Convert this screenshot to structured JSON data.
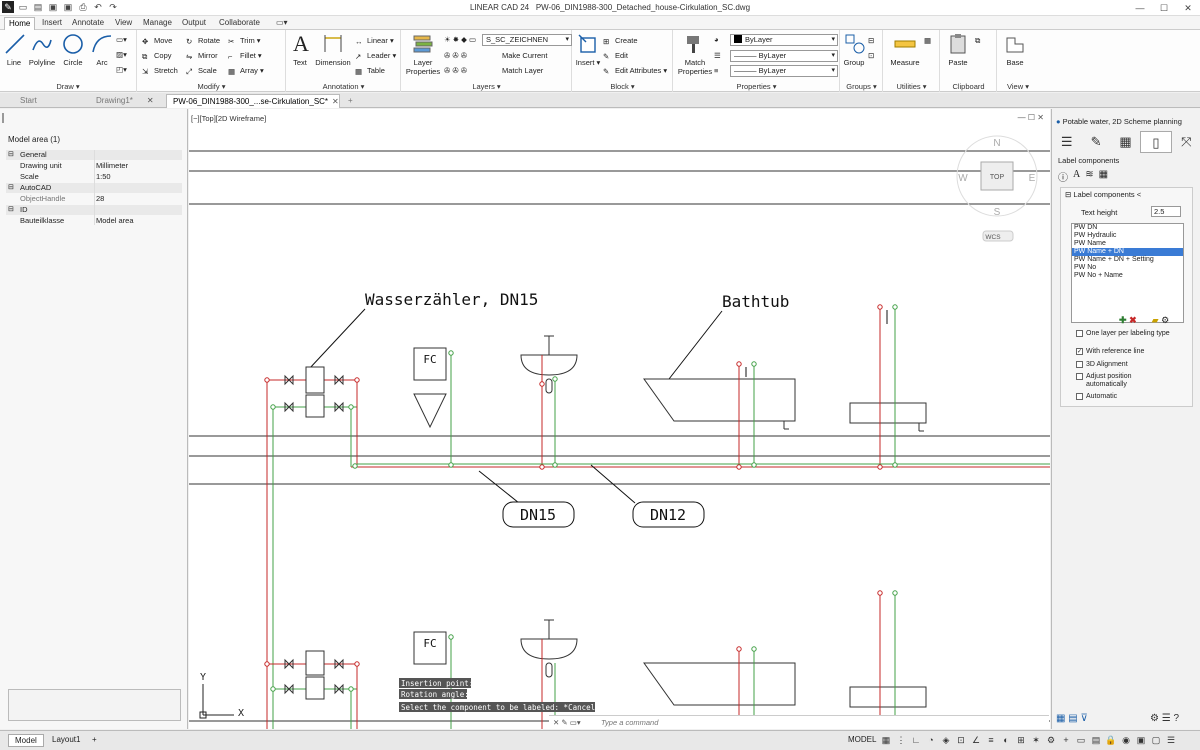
{
  "app_title": "LINEAR CAD 24",
  "file_title": "PW-06_DIN1988-300_Detached_house-Cirkulation_SC.dwg",
  "ribbon_tabs": [
    "Home",
    "Insert",
    "Annotate",
    "View",
    "Manage",
    "Output",
    "Collaborate"
  ],
  "draw": {
    "line": "Line",
    "polyline": "Polyline",
    "circle": "Circle",
    "arc": "Arc",
    "label": "Draw"
  },
  "modify": {
    "move": "Move",
    "copy": "Copy",
    "stretch": "Stretch",
    "rotate": "Rotate",
    "mirror": "Mirror",
    "scale": "Scale",
    "trim": "Trim",
    "fillet": "Fillet",
    "array": "Array",
    "label": "Modify"
  },
  "annotation": {
    "text": "Text",
    "dimension": "Dimension",
    "linear": "Linear",
    "leader": "Leader",
    "table": "Table",
    "label": "Annotation"
  },
  "layers": {
    "layer_props": "Layer Properties",
    "current_layer": "S_SC_ZEICHNEN",
    "make_current": "Make Current",
    "match_layer": "Match Layer",
    "label": "Layers"
  },
  "block": {
    "insert": "Insert",
    "create": "Create",
    "edit": "Edit",
    "edit_attributes": "Edit Attributes",
    "label": "Block"
  },
  "properties": {
    "match": "Match Properties",
    "color": "ByLayer",
    "linetype": "ByLayer",
    "lineweight": "ByLayer",
    "label": "Properties"
  },
  "groups": {
    "group": "Group",
    "label": "Groups"
  },
  "utilities": {
    "measure": "Measure",
    "label": "Utilities"
  },
  "clipboard": {
    "paste": "Paste",
    "label": "Clipboard"
  },
  "view_panel": {
    "base": "Base",
    "label": "View"
  },
  "doc_tabs": [
    {
      "label": "Start"
    },
    {
      "label": "Drawing1*"
    },
    {
      "label": "PW-06_DIN1988-300_...se-Cirkulation_SC*"
    }
  ],
  "left": {
    "title": "Model area (1)",
    "general": "General",
    "drawing_unit_k": "Drawing unit",
    "drawing_unit_v": "Millimeter",
    "scale_k": "Scale",
    "scale_v": "1:50",
    "autocad": "AutoCAD",
    "handle_k": "ObjectHandle",
    "handle_v": "28",
    "id": "ID",
    "klasse_k": "Bauteilklasse",
    "klasse_v": "Model area"
  },
  "viewport": {
    "label": "[−][Top][2D Wireframe]",
    "wasser": "Wasserzähler, DN15",
    "bathtub": "Bathtub",
    "fc1": "FC",
    "fc2": "FC",
    "dn15": "DN15",
    "dn12": "DN12",
    "compass_n": "N",
    "compass_s": "S",
    "compass_w": "W",
    "compass_e": "E",
    "compass_top": "TOP",
    "wcs": "WCS",
    "prompt1": "Insertion point:",
    "prompt2": "Rotation angle:",
    "prompt3": "Select the component to be labeled: *Cancel*",
    "cmd_placeholder": "Type a command",
    "axis_y": "Y",
    "axis_x": "X"
  },
  "right": {
    "header": "Potable water, 2D Scheme planning",
    "sub": "Label components",
    "section": "Label components <",
    "text_height_k": "Text height",
    "text_height_v": "2.5",
    "items": [
      "PW DN",
      "PW Hydraulic",
      "PW Name",
      "PW Name + DN",
      "PW Name + DN + Setting",
      "PW No",
      "PW No + Name"
    ],
    "selected_index": 3,
    "opt1": "One layer per labeling type",
    "opt2": "With reference line",
    "opt3": "3D Alignment",
    "opt4": "Adjust position automatically",
    "opt5": "Automatic",
    "opt2_checked": true
  },
  "status": {
    "model_tab": "Model",
    "layout_tab": "Layout1",
    "model_btn": "MODEL"
  }
}
